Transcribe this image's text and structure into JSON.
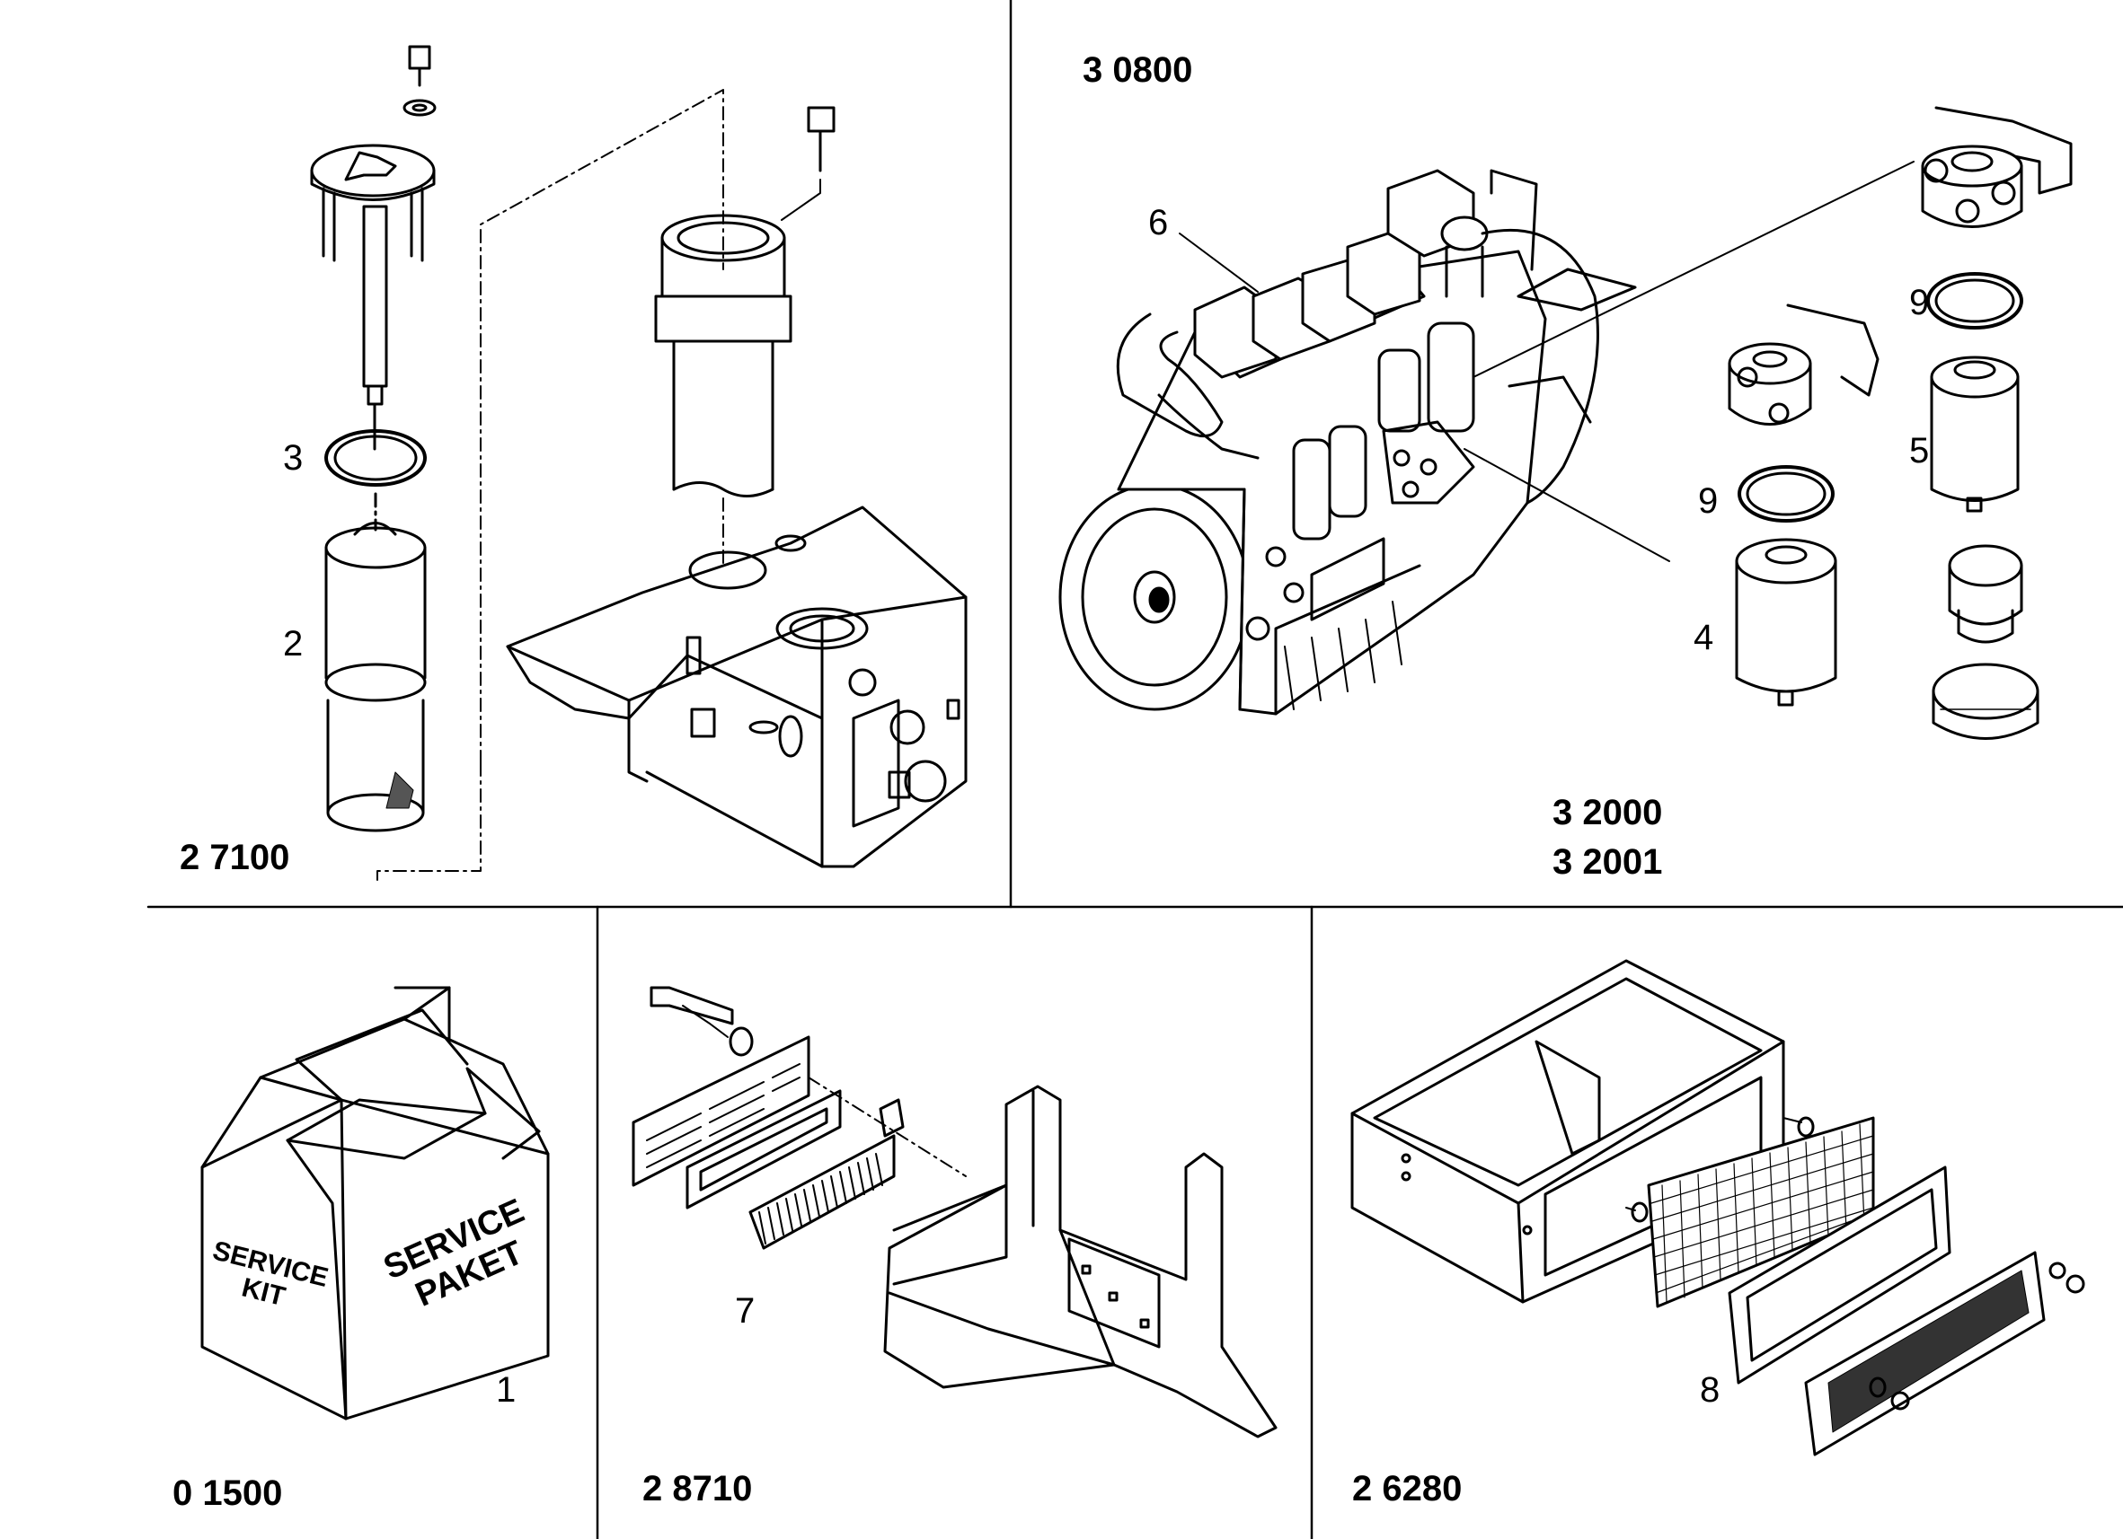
{
  "section_codes": {
    "filter_tank": "2 7100",
    "engine": "3 0800",
    "fuel_filter_a": "3 2000",
    "fuel_filter_b": "3 2001",
    "service_kit": "0 1500",
    "cab_panel": "2 8710",
    "box_grille": "2 6280"
  },
  "item_numbers": {
    "kit": "1",
    "filter_element": "2",
    "seal_ring_top": "3",
    "fuel_filter_small": "4",
    "fuel_filter_large": "5",
    "engine_item": "6",
    "cab_filter": "7",
    "grille_filter": "8",
    "seal_ring_a": "9",
    "seal_ring_b": "9"
  },
  "box_text": {
    "left_line1": "SERVICE",
    "left_line2": "KIT",
    "right_line1": "SERVICE",
    "right_line2": "PAKET"
  }
}
